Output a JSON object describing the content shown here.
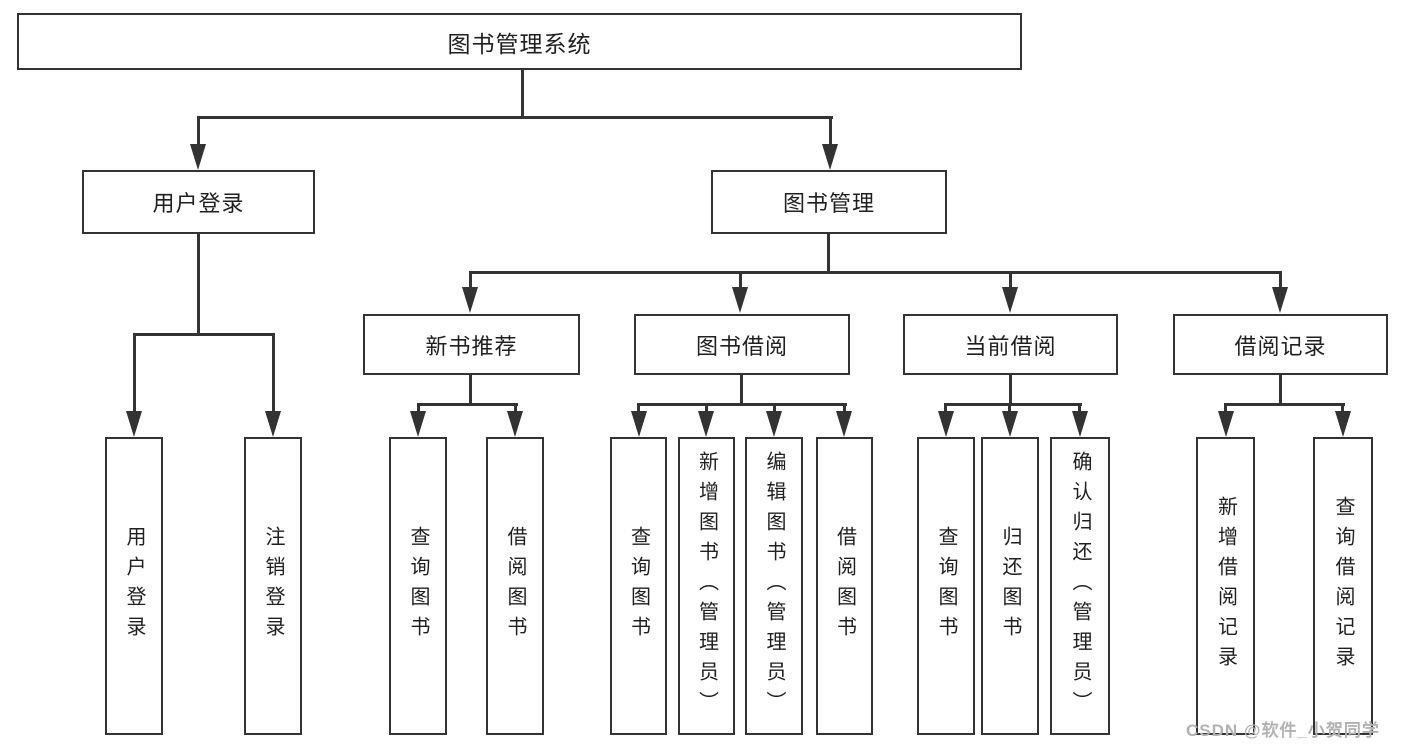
{
  "title": "图书管理系统",
  "branches": [
    {
      "label": "用户登录",
      "children": [
        {
          "label": "用户登录"
        },
        {
          "label": "注销登录"
        }
      ]
    },
    {
      "label": "图书管理",
      "groups": [
        {
          "label": "新书推荐",
          "children": [
            {
              "label": "查询图书"
            },
            {
              "label": "借阅图书"
            }
          ]
        },
        {
          "label": "图书借阅",
          "children": [
            {
              "label": "查询图书"
            },
            {
              "label": "新增图书（管理员）"
            },
            {
              "label": "编辑图书（管理员）"
            },
            {
              "label": "借阅图书"
            }
          ]
        },
        {
          "label": "当前借阅",
          "children": [
            {
              "label": "查询图书"
            },
            {
              "label": "归还图书"
            },
            {
              "label": "确认归还（管理员）"
            }
          ]
        },
        {
          "label": "借阅记录",
          "children": [
            {
              "label": "新增借阅记录"
            },
            {
              "label": "查询借阅记录"
            }
          ]
        }
      ]
    }
  ],
  "watermark": "CSDN @软件_小贺同学",
  "colors": {
    "line": "#333333",
    "text": "#1f1f1f",
    "watermark": "#b2b2b2",
    "background": "#ffffff"
  }
}
